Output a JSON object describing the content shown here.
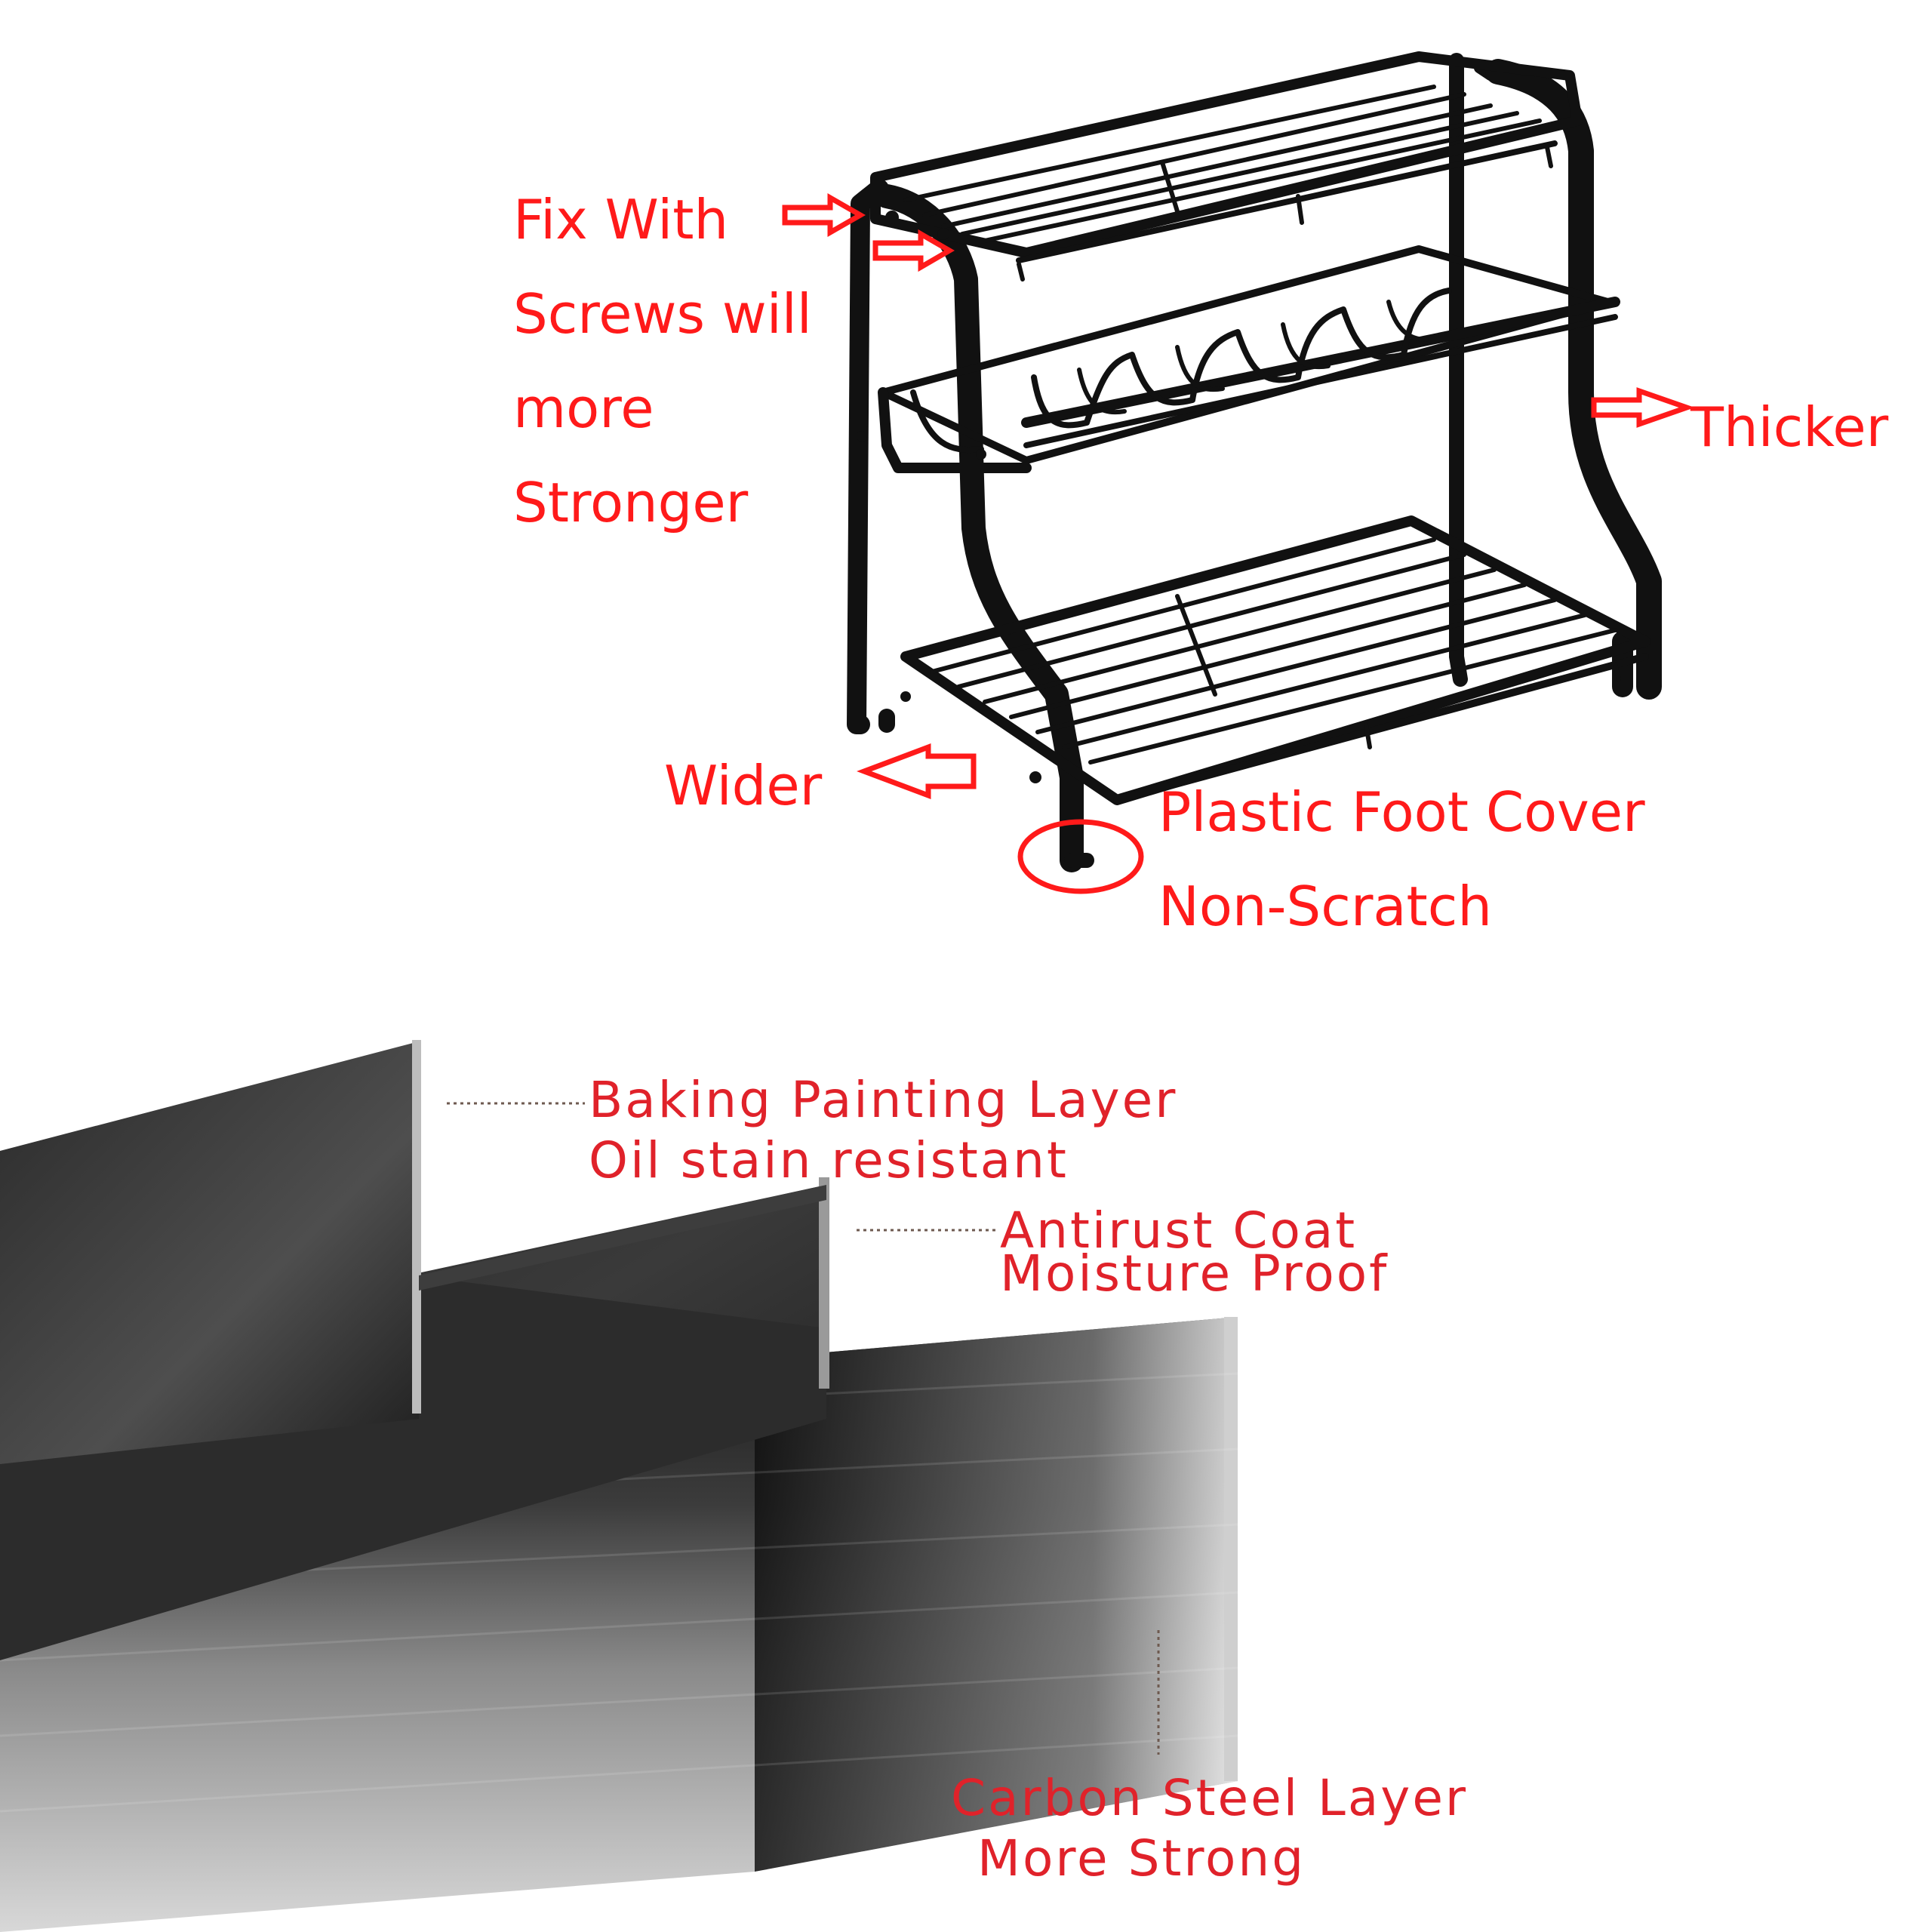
{
  "colors": {
    "annotation_red": "#ff1a1a",
    "frame_black": "#111111",
    "background": "#ffffff"
  },
  "rack_annotations": {
    "fix_with_screws": [
      "Fix With",
      "Screws will",
      "more",
      "Stronger"
    ],
    "thicker": "Thicker",
    "wider": "Wider",
    "foot_cover": [
      "Plastic Foot Cover",
      "Non-Scratch"
    ]
  },
  "layers": {
    "baking": [
      "Baking Painting Layer",
      "Oil stain resistant"
    ],
    "antirust": [
      "Antirust Coat",
      "Moisture Proof"
    ],
    "carbon": [
      "Carbon Steel Layer",
      "More Strong"
    ]
  },
  "icons": [
    "arrow-right-icon",
    "arrow-left-icon",
    "circle-highlight-icon"
  ]
}
